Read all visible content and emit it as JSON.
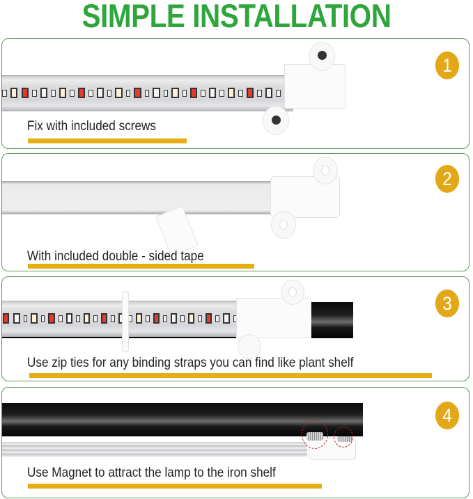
{
  "header": {
    "title": "SIMPLE INSTALLATION"
  },
  "colors": {
    "title_green": "#2ea63c",
    "badge_yellow": "#e3a817",
    "underline_yellow": "#e8ad12",
    "panel_border": "#5b9a5b"
  },
  "steps": [
    {
      "number": "1",
      "caption": "Fix with included screws",
      "image": "led-strip-with-screw-clip"
    },
    {
      "number": "2",
      "caption": "With included double - sided tape",
      "image": "profile-with-peeling-tape"
    },
    {
      "number": "3",
      "caption": "Use zip ties for any binding straps you can find like plant shelf",
      "image": "led-strip-zip-tied-to-rod"
    },
    {
      "number": "4",
      "caption": "Use Magnet  to attract the lamp to the iron shelf",
      "image": "profile-magnet-on-iron-rail"
    }
  ]
}
